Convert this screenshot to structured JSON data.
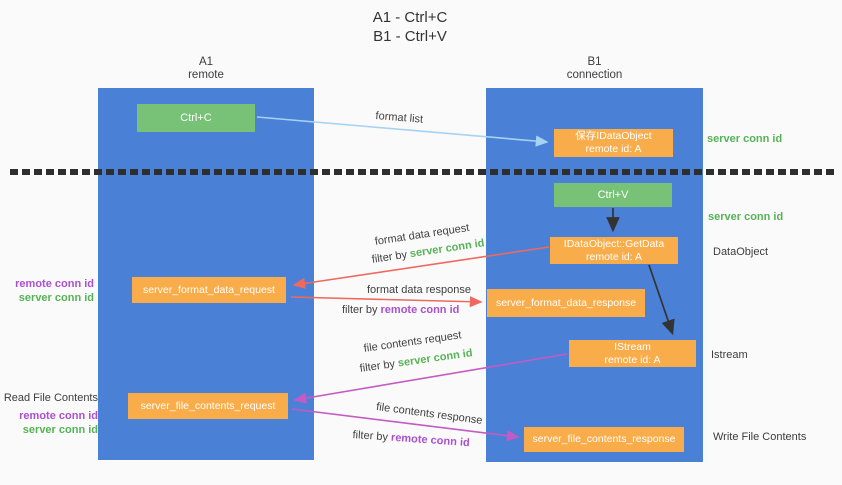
{
  "title": {
    "line1": "A1 - Ctrl+C",
    "line2": "B1 - Ctrl+V"
  },
  "columns": {
    "a": {
      "name": "A1",
      "role": "remote"
    },
    "b": {
      "name": "B1",
      "role": "connection"
    }
  },
  "nodes": {
    "ctrl_c": "Ctrl+C",
    "ctrl_v": "Ctrl+V",
    "save_idataobject": {
      "line1": "保存IDataObject",
      "line2": "remote id: A"
    },
    "getdata": {
      "line1": "IDataObject::GetData",
      "line2": "remote id: A"
    },
    "istream": {
      "line1": "IStream",
      "line2": "remote id: A"
    },
    "format_request": "server_format_data_request",
    "format_response": "server_format_data_response",
    "file_request": "server_file_contents_request",
    "file_response": "server_file_contents_response"
  },
  "edges": {
    "format_list": "format list",
    "format_data_request": "format data request",
    "format_data_response": "format data response",
    "file_contents_request": "file contents request",
    "file_contents_response": "file contents response",
    "filter_by": "filter by ",
    "server_conn_id": "server conn id",
    "remote_conn_id": "remote conn id"
  },
  "side_labels": {
    "server_conn_id": "server conn id",
    "remote_conn_id": "remote conn id",
    "dataobject": "DataObject",
    "istream": "Istream",
    "read_file_contents": "Read File Contents",
    "write_file_contents": "Write File Contents"
  },
  "colors": {
    "bg": "#fafafa",
    "blue": "#4a80d5",
    "orange": "#f9ac4a",
    "green-box": "#77c277",
    "text-green": "#56b356",
    "text-purple": "#ab50d0",
    "arrow-blue": "#a6d3f2",
    "arrow-red": "#ee6a5f",
    "arrow-magenta": "#c45bc4",
    "arrow-black": "#333333"
  }
}
